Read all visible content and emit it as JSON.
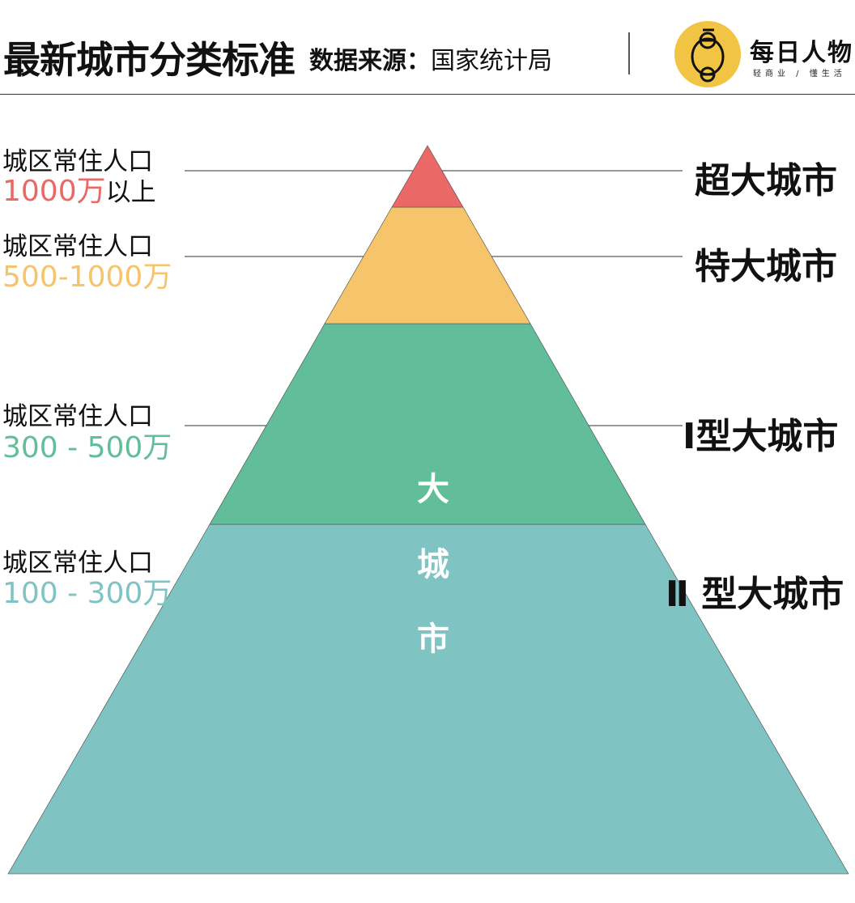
{
  "header": {
    "title": "最新城市分类标准",
    "source_label": "数据来源：",
    "source_value": "国家统计局"
  },
  "logo": {
    "name": "每日人物",
    "slogan": "轻商业 / 懂生活",
    "color": "#F2C443"
  },
  "tiers": [
    {
      "left_label": "城区常住人口",
      "range": "1000万",
      "suffix": "以上",
      "name": "超大城市",
      "color": "#EA6865"
    },
    {
      "left_label": "城区常住人口",
      "range": "500-1000万",
      "suffix": "",
      "name": "特大城市",
      "color": "#F6C46A"
    },
    {
      "left_label": "城区常住人口",
      "range": "300 - 500万",
      "suffix": "",
      "name": "Ⅰ型大城市",
      "color": "#62BE9A"
    },
    {
      "left_label": "城区常住人口",
      "range": "100 - 300万",
      "suffix": "",
      "name": "Ⅱ 型大城市",
      "color": "#80C3C3"
    }
  ],
  "center_label": [
    "大",
    "城",
    "市"
  ]
}
